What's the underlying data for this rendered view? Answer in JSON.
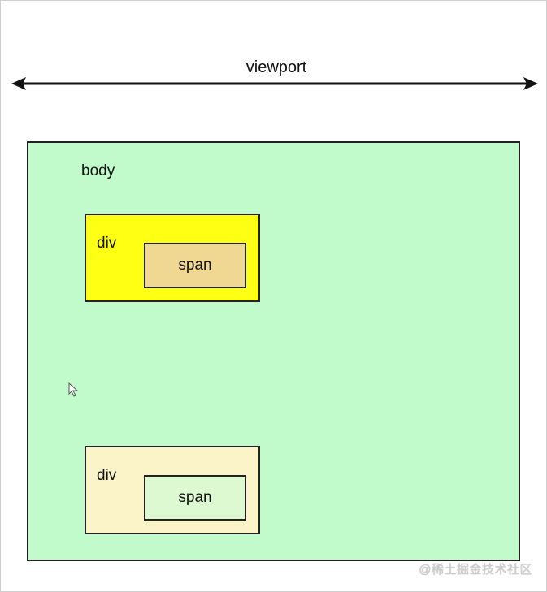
{
  "viewport": {
    "label": "viewport"
  },
  "body_box": {
    "label": "body",
    "color": "#c1fbcc"
  },
  "divs": [
    {
      "label": "div",
      "span_label": "span",
      "color": "#ffff13",
      "span_color": "#f0d792"
    },
    {
      "label": "div",
      "span_label": "span",
      "color": "#fbf4c9",
      "span_color": "#ddf9d2"
    }
  ],
  "watermark": {
    "text": "@稀土掘金技术社区"
  }
}
